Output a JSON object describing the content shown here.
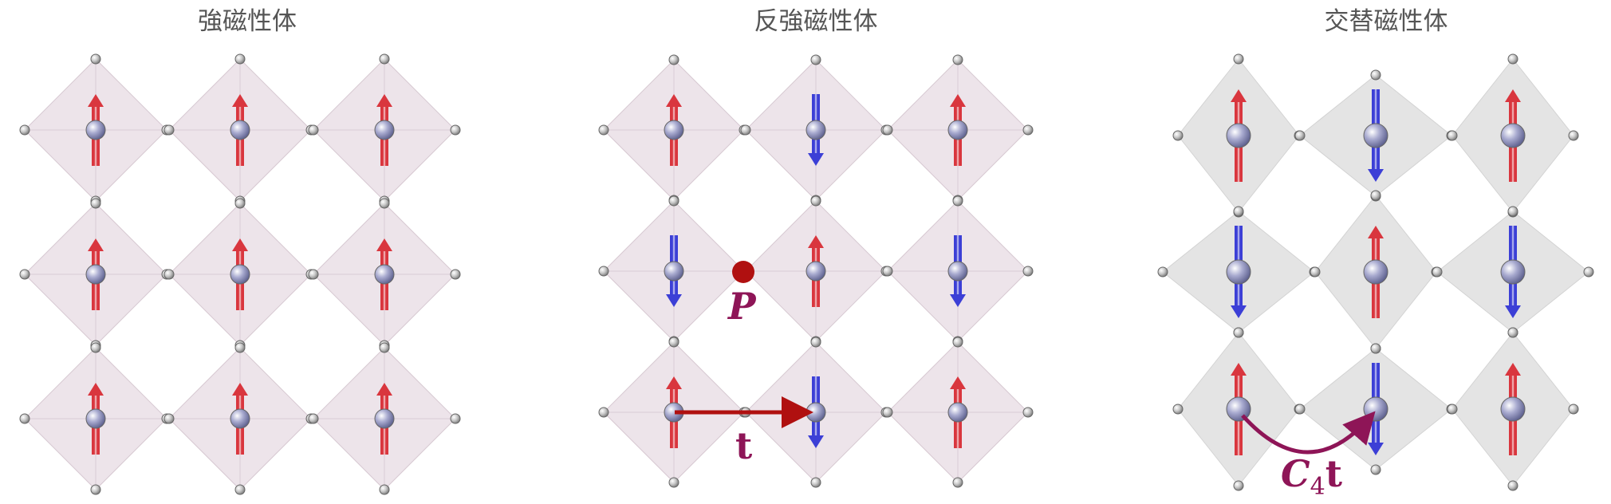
{
  "panels": {
    "ferro": {
      "title": "強磁性体"
    },
    "antiferro": {
      "title": "反強磁性体"
    },
    "alter": {
      "title": "交替磁性体"
    }
  },
  "spins": {
    "ferro": [
      "up",
      "up",
      "up",
      "up",
      "up",
      "up",
      "up",
      "up",
      "up"
    ],
    "antiferro": [
      "up",
      "down",
      "up",
      "down",
      "up",
      "down",
      "up",
      "down",
      "up"
    ],
    "alter": [
      "up",
      "down",
      "up",
      "down",
      "up",
      "down",
      "up",
      "down",
      "up"
    ]
  },
  "annotations": {
    "inversion_label": "P",
    "translation_label": "t",
    "rotation_label_main": "C",
    "rotation_label_sub": "4",
    "rotation_label_vec": "t"
  },
  "colors": {
    "spin_up": "#d9363e",
    "spin_down": "#3c3fd6",
    "octahedron_pink": "#ede4ea",
    "octahedron_gray": "#e4e4e4",
    "annotation_purple": "#8e1557",
    "annotation_red": "#b01010"
  }
}
